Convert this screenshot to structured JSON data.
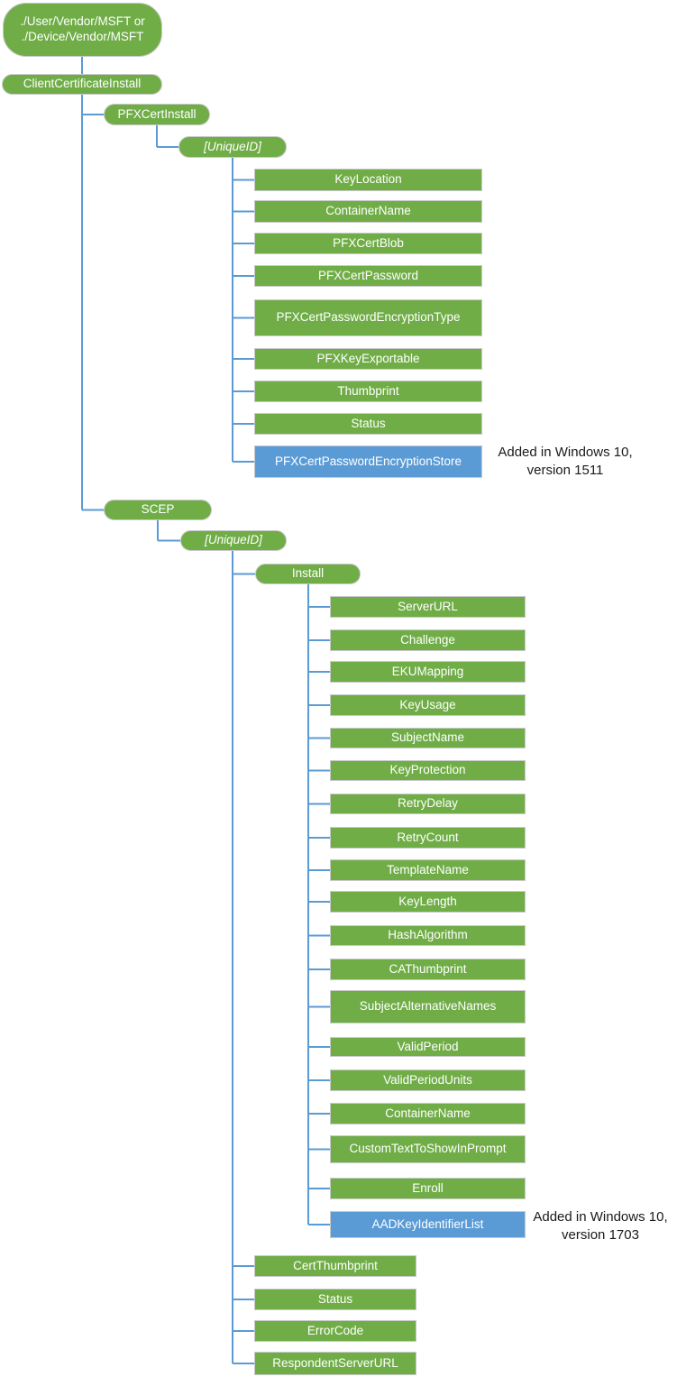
{
  "title": "ClientCertificateInstall CSP tree diagram",
  "colors": {
    "green": "#70AD47",
    "blue": "#5B9BD5",
    "connector": "#5B9BD5",
    "node_text": "#ffffff",
    "annotation_text": "#1a1a1a",
    "background": "#ffffff"
  },
  "tree": {
    "id": "root",
    "shape": "pill",
    "label_line1": "./User/Vendor/MSFT or",
    "label_line2": "./Device/Vendor/MSFT",
    "children": [
      {
        "id": "cci",
        "label": "ClientCertificateInstall",
        "shape": "pill",
        "children": [
          {
            "id": "pfx",
            "label": "PFXCertInstall",
            "shape": "pill",
            "children": [
              {
                "id": "uid1",
                "label": "[UniqueID]",
                "shape": "pill",
                "italic": true,
                "children": [
                  {
                    "id": "keylocation",
                    "label": "KeyLocation",
                    "shape": "rect"
                  },
                  {
                    "id": "containername1",
                    "label": "ContainerName",
                    "shape": "rect"
                  },
                  {
                    "id": "pfxcertblob",
                    "label": "PFXCertBlob",
                    "shape": "rect"
                  },
                  {
                    "id": "pfxcertpassword",
                    "label": "PFXCertPassword",
                    "shape": "rect"
                  },
                  {
                    "id": "pfxcertpasswordencryptiontype",
                    "label": "PFXCertPasswordEncryptionType",
                    "shape": "rect"
                  },
                  {
                    "id": "pfxkeyexportable",
                    "label": "PFXKeyExportable",
                    "shape": "rect"
                  },
                  {
                    "id": "thumbprint",
                    "label": "Thumbprint",
                    "shape": "rect"
                  },
                  {
                    "id": "status1",
                    "label": "Status",
                    "shape": "rect"
                  },
                  {
                    "id": "pfxcertpasswordencryptionstore",
                    "label": "PFXCertPasswordEncryptionStore",
                    "shape": "rect",
                    "color": "blue",
                    "annotation": {
                      "line1": "Added in Windows 10,",
                      "line2": "version 1511"
                    }
                  }
                ]
              }
            ]
          },
          {
            "id": "scep",
            "label": "SCEP",
            "shape": "pill",
            "children": [
              {
                "id": "uid2",
                "label": "[UniqueID]",
                "shape": "pill",
                "italic": true,
                "children": [
                  {
                    "id": "install",
                    "label": "Install",
                    "shape": "pill",
                    "children": [
                      {
                        "id": "serverurl",
                        "label": "ServerURL",
                        "shape": "rect"
                      },
                      {
                        "id": "challenge",
                        "label": "Challenge",
                        "shape": "rect"
                      },
                      {
                        "id": "ekumapping",
                        "label": "EKUMapping",
                        "shape": "rect"
                      },
                      {
                        "id": "keyusage",
                        "label": "KeyUsage",
                        "shape": "rect"
                      },
                      {
                        "id": "subjectname",
                        "label": "SubjectName",
                        "shape": "rect"
                      },
                      {
                        "id": "keyprotection",
                        "label": "KeyProtection",
                        "shape": "rect"
                      },
                      {
                        "id": "retrydelay",
                        "label": "RetryDelay",
                        "shape": "rect"
                      },
                      {
                        "id": "retrycount",
                        "label": "RetryCount",
                        "shape": "rect"
                      },
                      {
                        "id": "templatename",
                        "label": "TemplateName",
                        "shape": "rect"
                      },
                      {
                        "id": "keylength",
                        "label": "KeyLength",
                        "shape": "rect"
                      },
                      {
                        "id": "hashalgorithm",
                        "label": "HashAlgorithm",
                        "shape": "rect"
                      },
                      {
                        "id": "cathumbprint",
                        "label": "CAThumbprint",
                        "shape": "rect"
                      },
                      {
                        "id": "subjectalternativenames",
                        "label": "SubjectAlternativeNames",
                        "shape": "rect"
                      },
                      {
                        "id": "validperiod",
                        "label": "ValidPeriod",
                        "shape": "rect"
                      },
                      {
                        "id": "validperiodunits",
                        "label": "ValidPeriodUnits",
                        "shape": "rect"
                      },
                      {
                        "id": "containername2",
                        "label": "ContainerName",
                        "shape": "rect"
                      },
                      {
                        "id": "customtexttoshowinprompt",
                        "label": "CustomTextToShowInPrompt",
                        "shape": "rect"
                      },
                      {
                        "id": "enroll",
                        "label": "Enroll",
                        "shape": "rect"
                      },
                      {
                        "id": "aadkeyidentifierlist",
                        "label": "AADKeyIdentifierList",
                        "shape": "rect",
                        "color": "blue",
                        "annotation": {
                          "line1": "Added in Windows 10,",
                          "line2": "version 1703"
                        }
                      }
                    ]
                  },
                  {
                    "id": "certthumbprint",
                    "label": "CertThumbprint",
                    "shape": "rect"
                  },
                  {
                    "id": "status2",
                    "label": "Status",
                    "shape": "rect"
                  },
                  {
                    "id": "errorcode",
                    "label": "ErrorCode",
                    "shape": "rect"
                  },
                  {
                    "id": "respondentserverurl",
                    "label": "RespondentServerURL",
                    "shape": "rect"
                  }
                ]
              }
            ]
          }
        ]
      }
    ]
  }
}
